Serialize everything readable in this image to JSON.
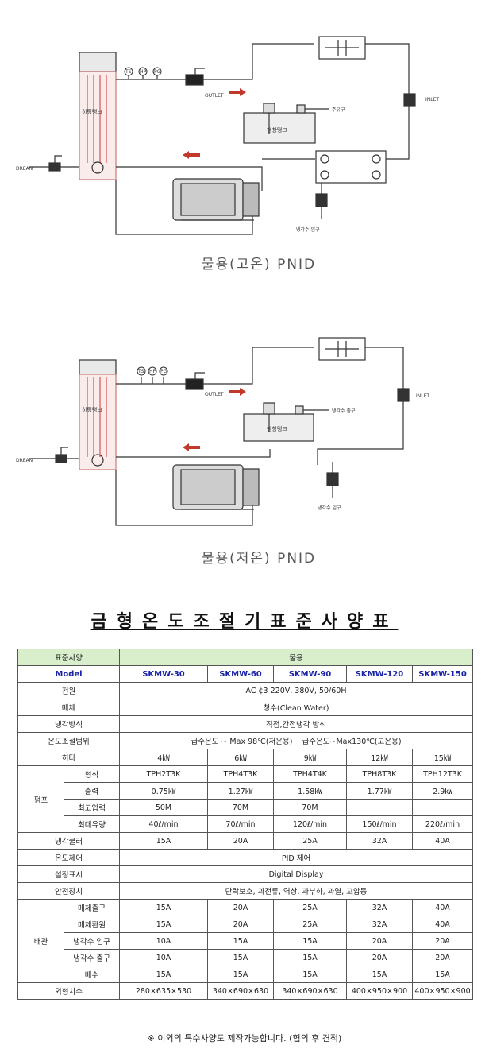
{
  "diagram1": {
    "caption": "물용(고온) PNID",
    "labels": {
      "tank": "히팅탱크",
      "outlet": "OUTLET",
      "inlet": "INLET",
      "drain": "DREAN",
      "expansion_tank": "팽창탱크",
      "fill_port": "주유구",
      "cooling_in": "냉각수 입구",
      "gauge_ts": "TS",
      "gauge_hp": "HP",
      "gauge_pg": "PG"
    }
  },
  "diagram2": {
    "caption": "물용(저온) PNID",
    "labels": {
      "tank": "히팅탱크",
      "outlet": "OUTLET",
      "inlet": "INLET",
      "drain": "DREAN",
      "expansion_tank": "팽창탱크",
      "cooling_out": "냉각수 출구",
      "cooling_in": "냉각수 입구",
      "gauge_ts": "TS",
      "gauge_hp": "HP",
      "gauge_pg": "PG"
    }
  },
  "spec": {
    "title": "금형온도조절기표준사양표",
    "header": {
      "label": "표준사양",
      "value": "물용"
    },
    "model_row": {
      "label": "Model",
      "models": [
        "SKMW-30",
        "SKMW-60",
        "SKMW-90",
        "SKMW-120",
        "SKMW-150"
      ]
    },
    "power": {
      "label": "전원",
      "value": "AC ¢3 220V, 380V, 50/60H"
    },
    "medium": {
      "label": "매체",
      "value": "청수(Clean Water)"
    },
    "cooling_method": {
      "label": "냉각방식",
      "value": "직접,간접냉각 방식"
    },
    "temp_range": {
      "label": "온도조절범위",
      "value": "급수온도 ~ Max 98℃(저온용)    급수온도~Max130℃(고온용)"
    },
    "heater": {
      "label": "히타",
      "values": [
        "4㎾",
        "6㎾",
        "9㎾",
        "12㎾",
        "15㎾"
      ]
    },
    "pump": {
      "label": "펌프",
      "rows": [
        {
          "label": "형식",
          "values": [
            "TPH2T3K",
            "TPH4T3K",
            "TPH4T4K",
            "TPH8T3K",
            "TPH12T3K"
          ]
        },
        {
          "label": "출력",
          "values": [
            "0.75㎾",
            "1.27㎾",
            "1.58㎾",
            "1.77㎾",
            "2.9㎾"
          ]
        },
        {
          "label": "최고압력",
          "values": [
            "50M",
            "70M",
            "70M",
            "",
            ""
          ]
        },
        {
          "label": "최대유량",
          "values": [
            "40ℓ/min",
            "70ℓ/min",
            "120ℓ/min",
            "150ℓ/min",
            "220ℓ/min"
          ]
        }
      ]
    },
    "cooler": {
      "label": "냉각쿨러",
      "values": [
        "15A",
        "20A",
        "25A",
        "32A",
        "40A"
      ]
    },
    "temp_control": {
      "label": "온도제어",
      "value": "PID 제어"
    },
    "display": {
      "label": "설정표시",
      "value": "Digital Display"
    },
    "safety": {
      "label": "안전장치",
      "value": "단락보호, 과전류, 역상, 과부하, 과열, 고압등"
    },
    "piping": {
      "label": "배관",
      "rows": [
        {
          "label": "매체출구",
          "values": [
            "15A",
            "20A",
            "25A",
            "32A",
            "40A"
          ]
        },
        {
          "label": "매체환원",
          "values": [
            "15A",
            "20A",
            "25A",
            "32A",
            "40A"
          ]
        },
        {
          "label": "냉각수 입구",
          "values": [
            "10A",
            "15A",
            "15A",
            "20A",
            "20A"
          ]
        },
        {
          "label": "냉각수 출구",
          "values": [
            "10A",
            "15A",
            "15A",
            "20A",
            "20A"
          ]
        },
        {
          "label": "배수",
          "values": [
            "15A",
            "15A",
            "15A",
            "15A",
            "15A"
          ]
        }
      ]
    },
    "dimensions": {
      "label": "외형치수",
      "values": [
        "280×635×530",
        "340×690×630",
        "340×690×630",
        "400×950×900",
        "400×950×900"
      ]
    },
    "footnote": "※ 이외의 특수사양도 제작가능합니다. (협의 후 견적)"
  },
  "colors": {
    "header_bg": "#d9efcc",
    "model_text": "#1a22a8",
    "arrow": "#c0392b",
    "tank_coil": "#e07070"
  }
}
